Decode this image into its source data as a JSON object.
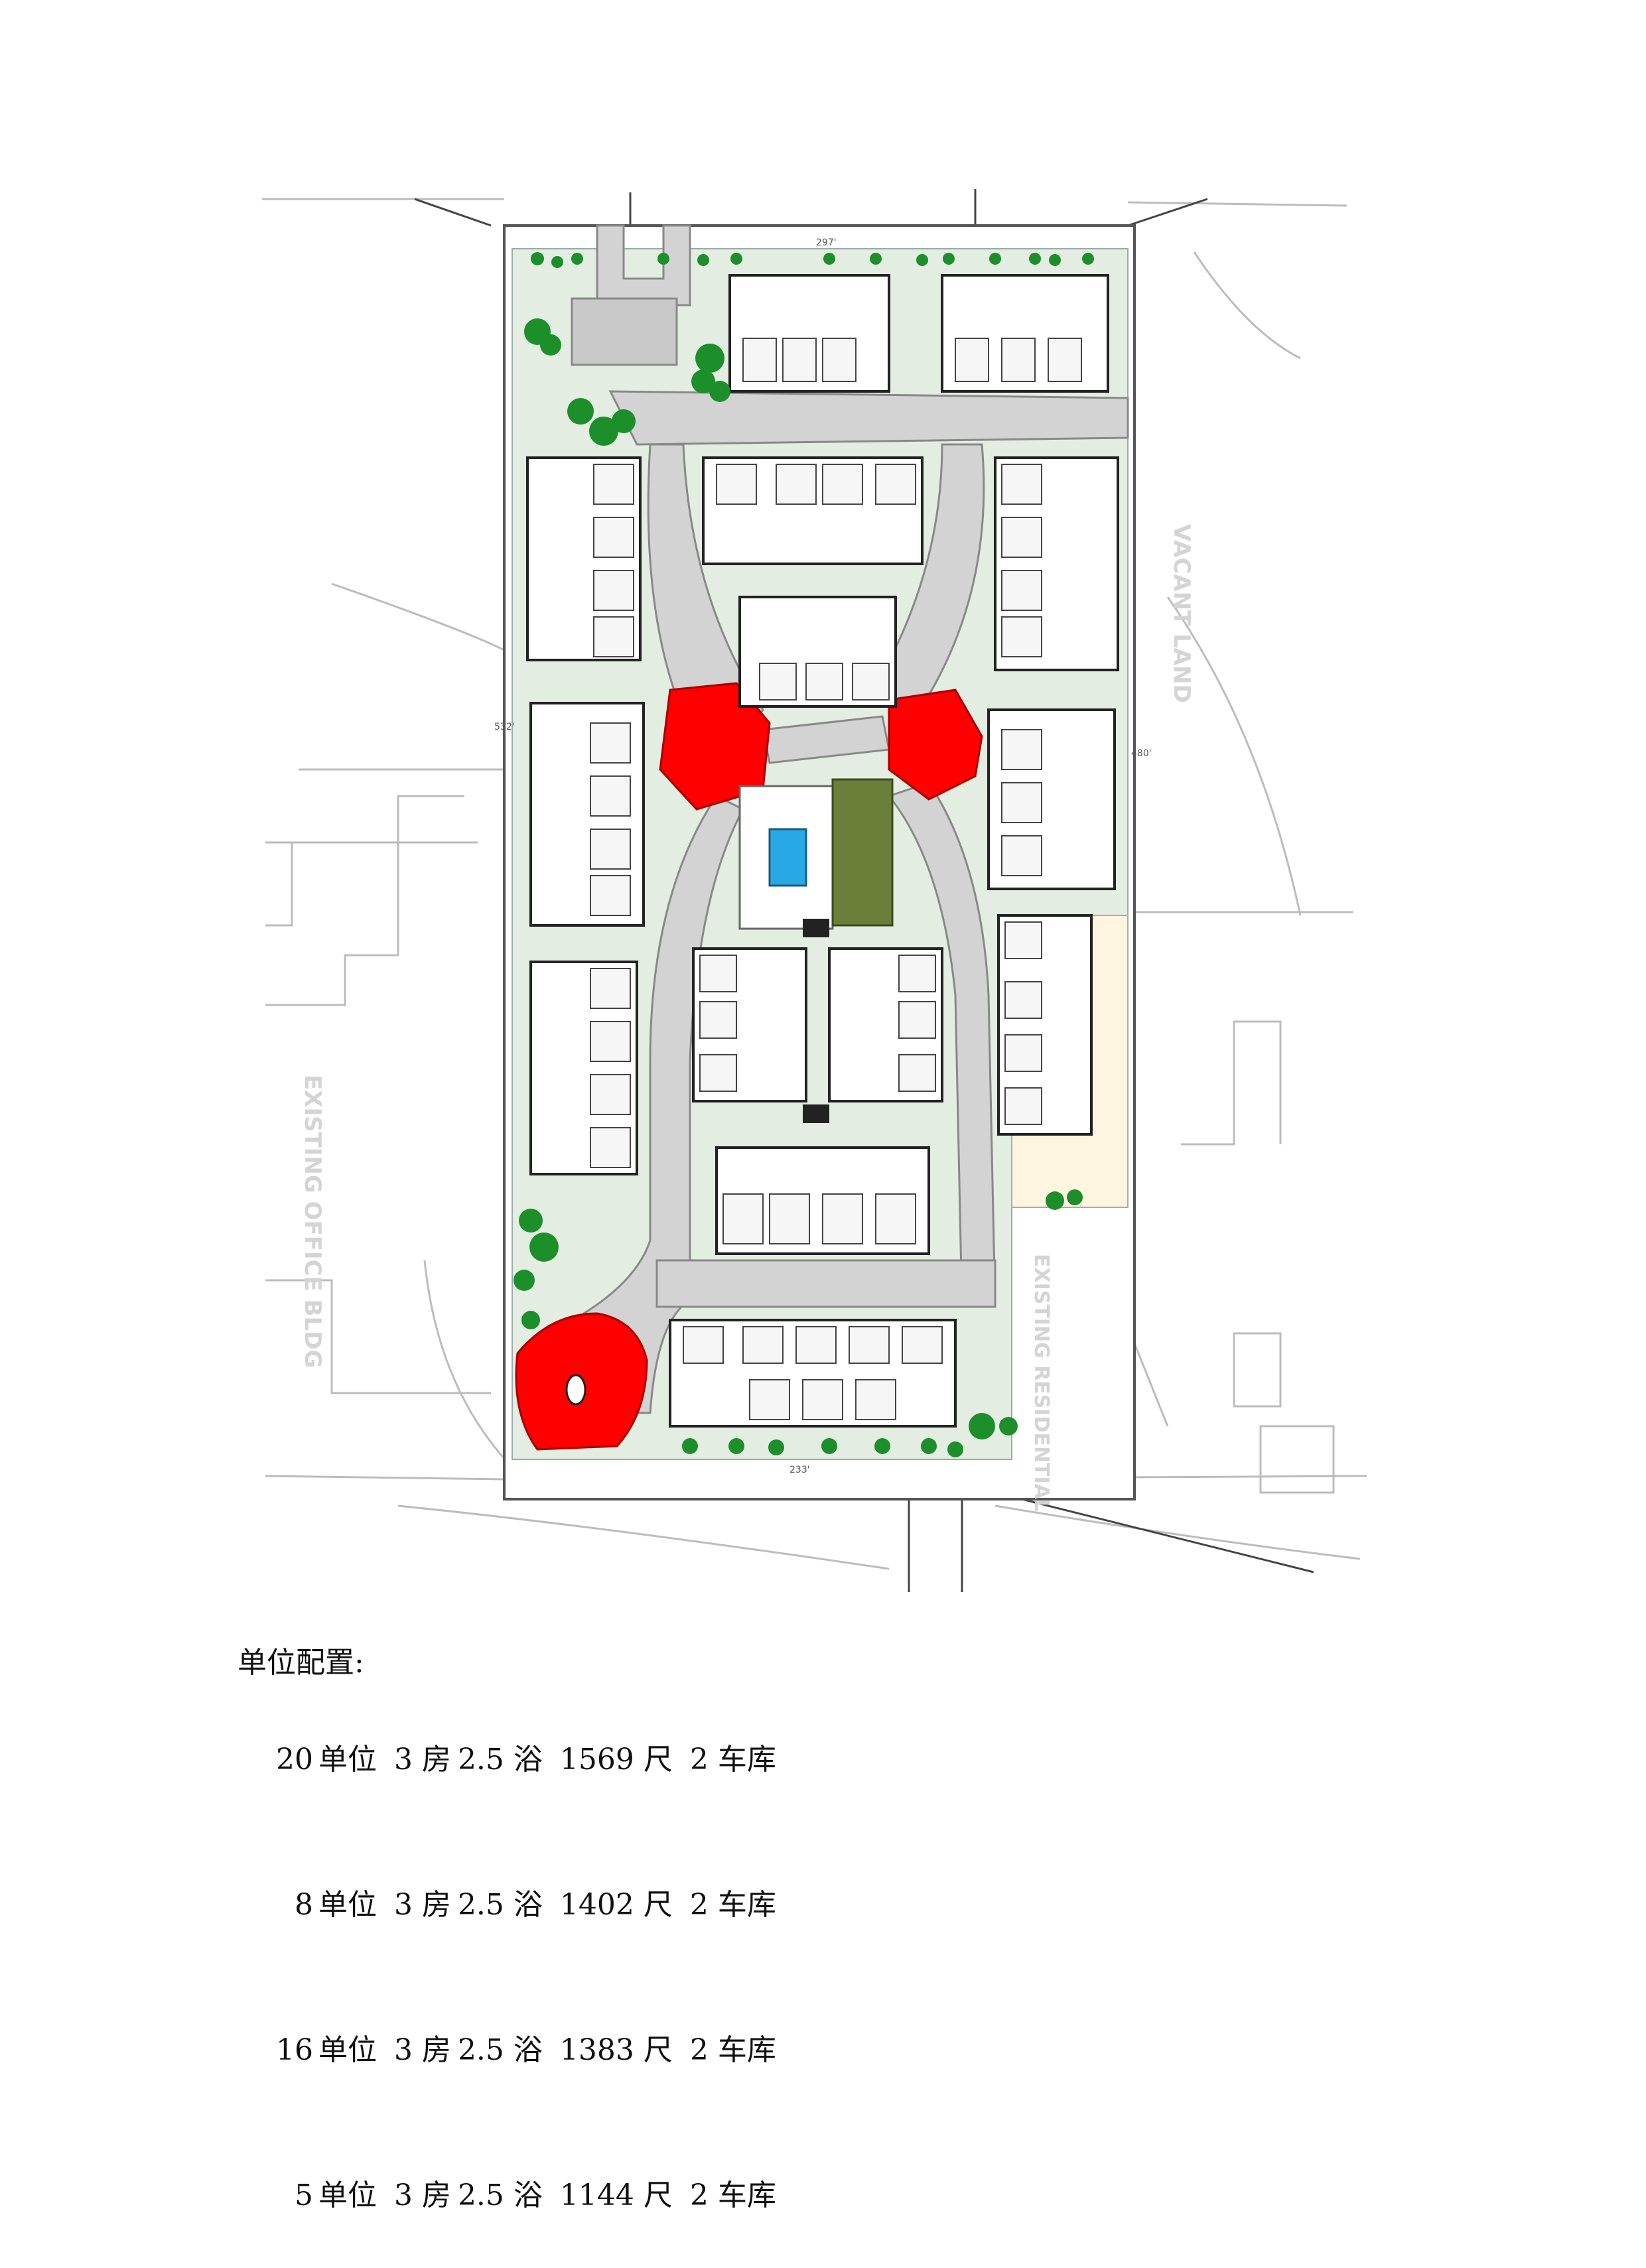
{
  "plan": {
    "label_vacant": "VACANT LAND",
    "label_office": "EXISTING OFFICE BLDG",
    "label_residential": "EXISTING RESIDENTIAL",
    "dim_labels": [
      "297'",
      "233'",
      "532'",
      "480'"
    ]
  },
  "unit_config": {
    "title": "单位配置:",
    "rows": [
      {
        "count": "20",
        "word": "单位",
        "bed": "3 房",
        "bath": "2.5 浴",
        "size": "1569 尺",
        "garage": "2 车库"
      },
      {
        "count": "8",
        "word": "单位",
        "bed": "3 房",
        "bath": "2.5 浴",
        "size": "1402 尺",
        "garage": "2 车库"
      },
      {
        "count": "16",
        "word": "单位",
        "bed": "3 房",
        "bath": "2.5 浴",
        "size": "1383 尺",
        "garage": "2 车库"
      },
      {
        "count": "5",
        "word": "单位",
        "bed": "3 房",
        "bath": "2.5 浴",
        "size": "1144 尺",
        "garage": "2 车库"
      }
    ]
  },
  "colors": {
    "landscape": "#e3ede2",
    "road": "#d3d3d3",
    "red_zone": "#ff0000",
    "pool": "#29a8e6",
    "green_lawn": "#6c7f3a",
    "tree": "#1c8f2a"
  }
}
